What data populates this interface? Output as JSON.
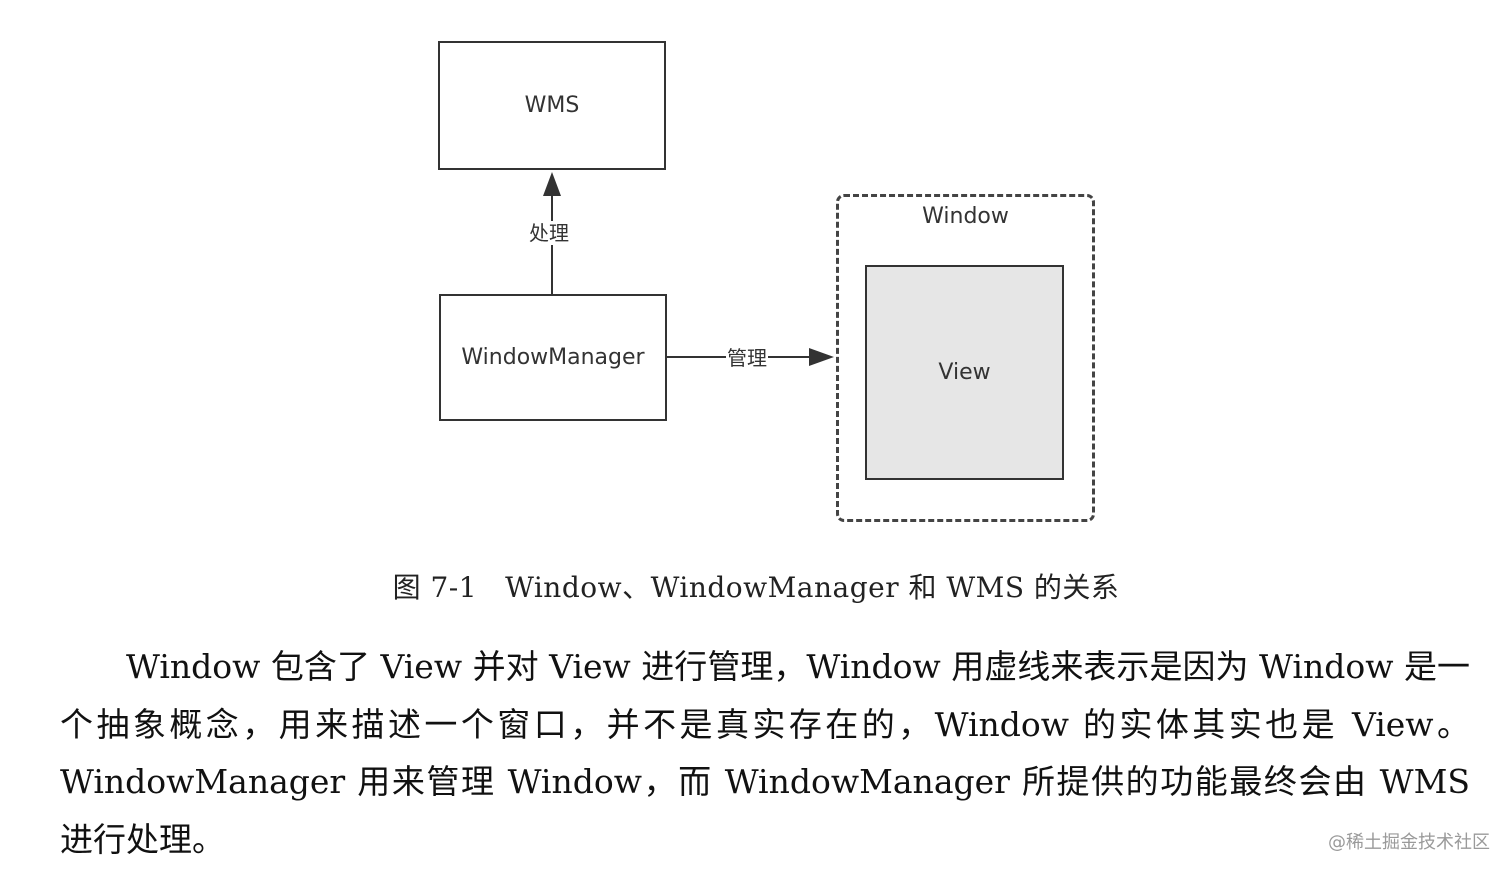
{
  "diagram": {
    "wms_label": "WMS",
    "window_manager_label": "WindowManager",
    "window_label": "Window",
    "view_label": "View",
    "edge_process_label": "处理",
    "edge_manage_label": "管理"
  },
  "caption": {
    "number": "图 7-1",
    "text": "Window、WindowManager 和 WMS 的关系"
  },
  "body": {
    "paragraph": "Window 包含了 View 并对 View 进行管理，Window 用虚线来表示是因为 Window 是一个抽象概念，用来描述一个窗口，并不是真实存在的，Window 的实体其实也是 View。WindowManager 用来管理 Window，而 WindowManager 所提供的功能最终会由 WMS 进行处理。"
  },
  "watermark": "@稀土掘金技术社区"
}
